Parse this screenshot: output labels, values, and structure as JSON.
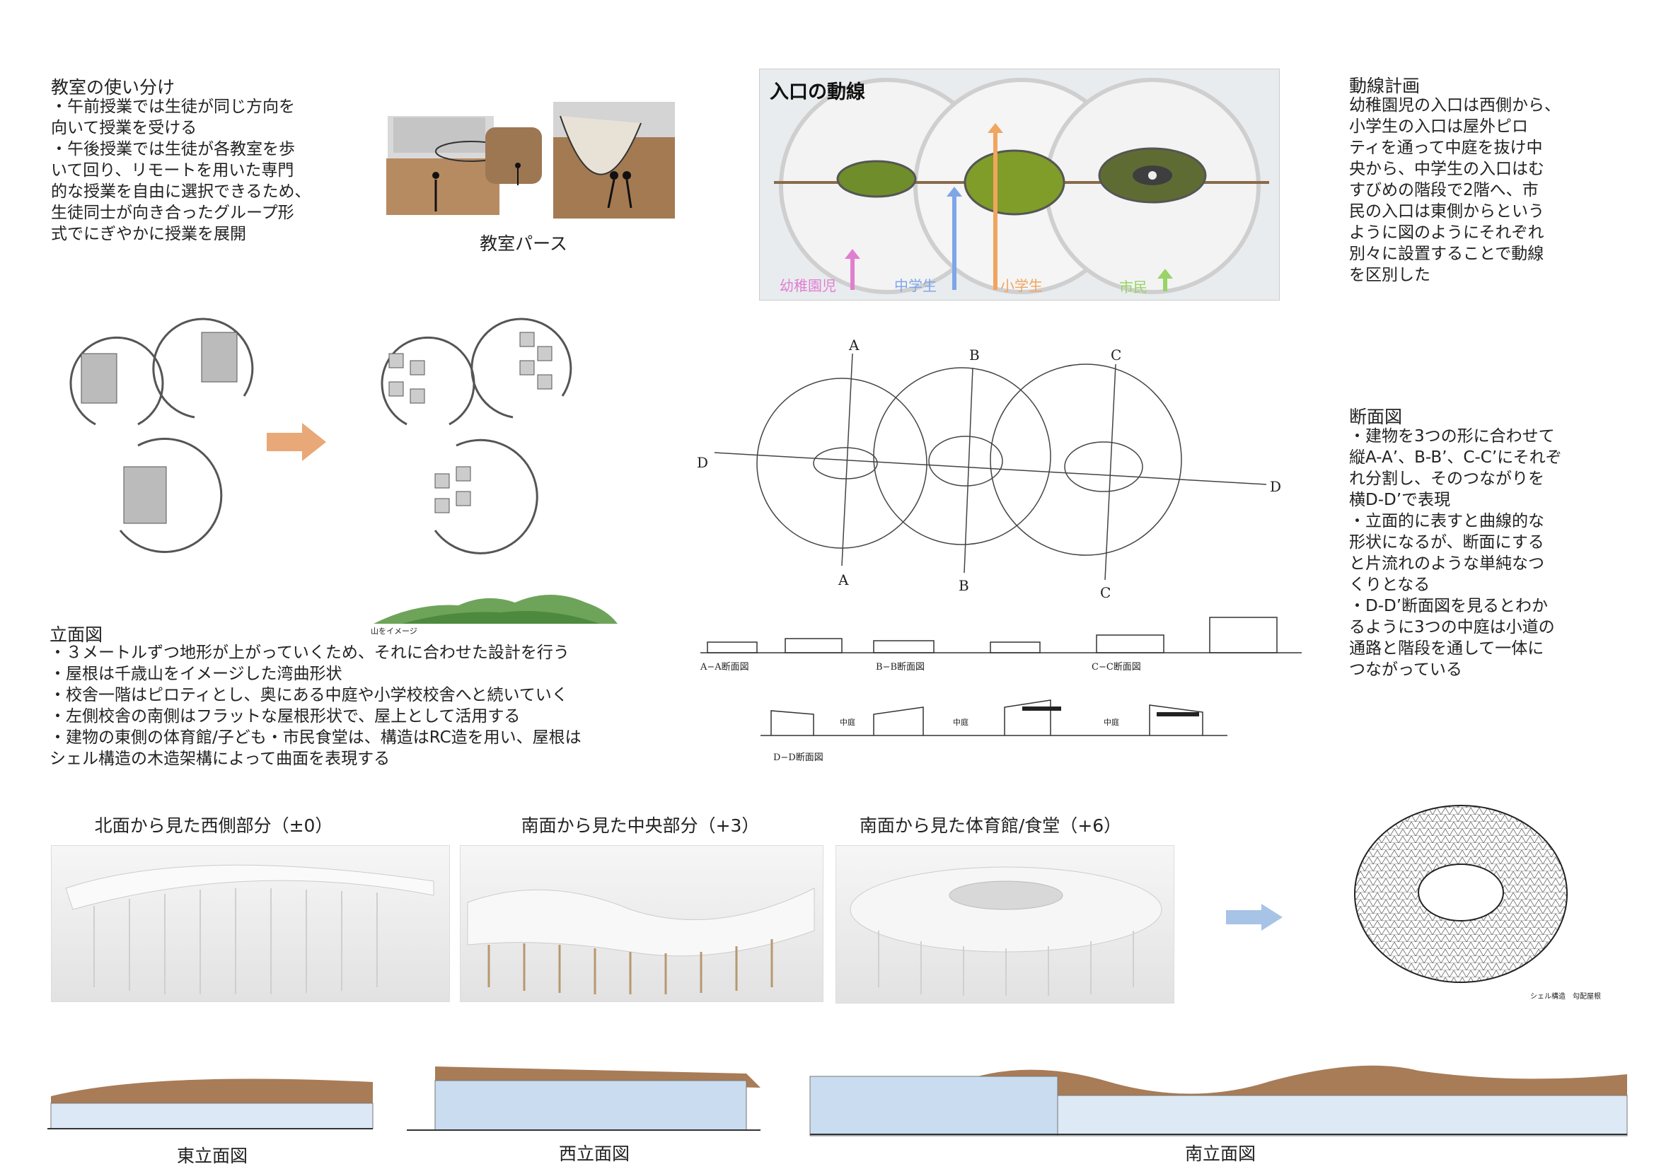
{
  "classroom": {
    "title": "教室の使い分け",
    "body": "・午前授業では生徒が同じ方向を\n向いて授業を受ける\n・午後授業では生徒が各教室を歩\nいて回り、リモートを用いた専門\n的な授業を自由に選択できるため、\n生徒同士が向き合ったグループ形\n式でにぎやかに授業を展開",
    "perspective_caption": "教室パース"
  },
  "entrance": {
    "title": "入口の動線",
    "labels": [
      "幼稚園児",
      "中学生",
      "小学生",
      "市民"
    ],
    "colors": [
      "#e07fd0",
      "#7ea6e8",
      "#f0a560",
      "#98d468"
    ]
  },
  "circulation": {
    "title": "動線計画",
    "body": "幼稚園児の入口は西側から、\n小学生の入口は屋外ピロ\nティを通って中庭を抜け中\n央から、中学生の入口はむ\nすびめの階段で2階へ、市\n民の入口は東側からという\nように図のようにそれぞれ\n別々に設置することで動線\nを区別した"
  },
  "section": {
    "title": "断面図",
    "body": "・建物を3つの形に合わせて\n縦A-A’、B-B’、C-C’にそれぞ\nれ分割し、そのつながりを\n横D-D’で表現\n・立面的に表すと曲線的な\n形状になるが、断面にする\nと片流れのような単純なつ\nくりとなる\n・D-D’断面図を見るとわか\nるように3つの中庭は小道の\n通路と階段を通して一体に\nつながっている",
    "cut_labels": {
      "A": "A",
      "B": "B",
      "C": "C",
      "D": "D"
    },
    "aa": "A−A断面図",
    "bb": "B−B断面図",
    "cc": "C−C断面図",
    "dd": "D−D断面図",
    "courtyard": "中庭"
  },
  "elevation": {
    "title": "立面図",
    "body": "・３メートルずつ地形が上がっていくため、それに合わせた設計を行う\n・屋根は千歳山をイメージした湾曲形状\n・校舎一階はピロティとし、奥にある中庭や小学校校舎へと続いていく\n・左側校舎の南側はフラットな屋根形状で、屋上として活用する\n・建物の東側の体育館/子ども・市民食堂は、構造はRC造を用い、屋根は\nシェル構造の木造架構によって曲面を表現する",
    "mountain_caption": "山をイメージ"
  },
  "photos": {
    "west": "北面から見た西側部分（±0）",
    "center": "南面から見た中央部分（+3）",
    "gym": "南面から見た体育館/食堂（+6）"
  },
  "shell": {
    "caption": "シェル構造　勾配屋根"
  },
  "elevations": {
    "east": "東立面図",
    "west": "西立面図",
    "south": "南立面図"
  }
}
